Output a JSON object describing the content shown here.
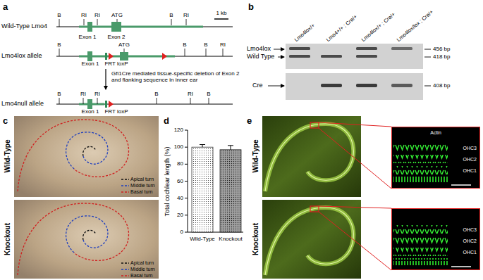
{
  "diagram": {
    "nodes": [
      {
        "text": [
          "Actin",
          "OHC3",
          "OHC2",
          "OHC1"
        ]
      },
      {
        "text": [
          "OHC3",
          "OHC2",
          "OHC1"
        ]
      }
    ],
    "labels": [
      "a",
      "Wild-Type Lmo4",
      "B",
      "RI",
      "RI",
      "ATG",
      "B",
      "RI",
      "1 kb",
      "Exon 1",
      "Exon 2",
      "Lmo4lox allele",
      "B",
      "ATG",
      "B",
      "B",
      "RI",
      "Exon 1",
      "FRT loxP",
      "Gfi1Cre mediated tissue-specific deletion of Exon 2 and flanking sequence in inner ear",
      "Lmo4null allele",
      "B",
      "RI",
      "RI",
      "B",
      "RI",
      "B",
      "Exon 1",
      "FRT loxP",
      "b",
      "Lmo4lox/+",
      "Lmo4+/+ ; Cre/+",
      "Lmo4lox/+ ; Cre/+",
      "Lmo4lox/lox ; Cre/+",
      "Lmo4lox",
      "Wild Type",
      "456 bp",
      "418 bp",
      "Cre",
      "408 bp",
      "c",
      "Wild-Type",
      "Knockout",
      "d",
      "Total cochlear length (%)",
      "0",
      "20",
      "40",
      "60",
      "80",
      "100",
      "120",
      "Wild-Type",
      "Knockout",
      "e",
      "Wild-Type",
      "Knockout"
    ],
    "legend": [
      {
        "text": "Apical turn"
      },
      {
        "text": "Middle turn"
      },
      {
        "text": "Basal turn"
      },
      {
        "text": "Apical turn"
      },
      {
        "text": "Middle turn"
      },
      {
        "text": "Basal turn"
      }
    ]
  }
}
